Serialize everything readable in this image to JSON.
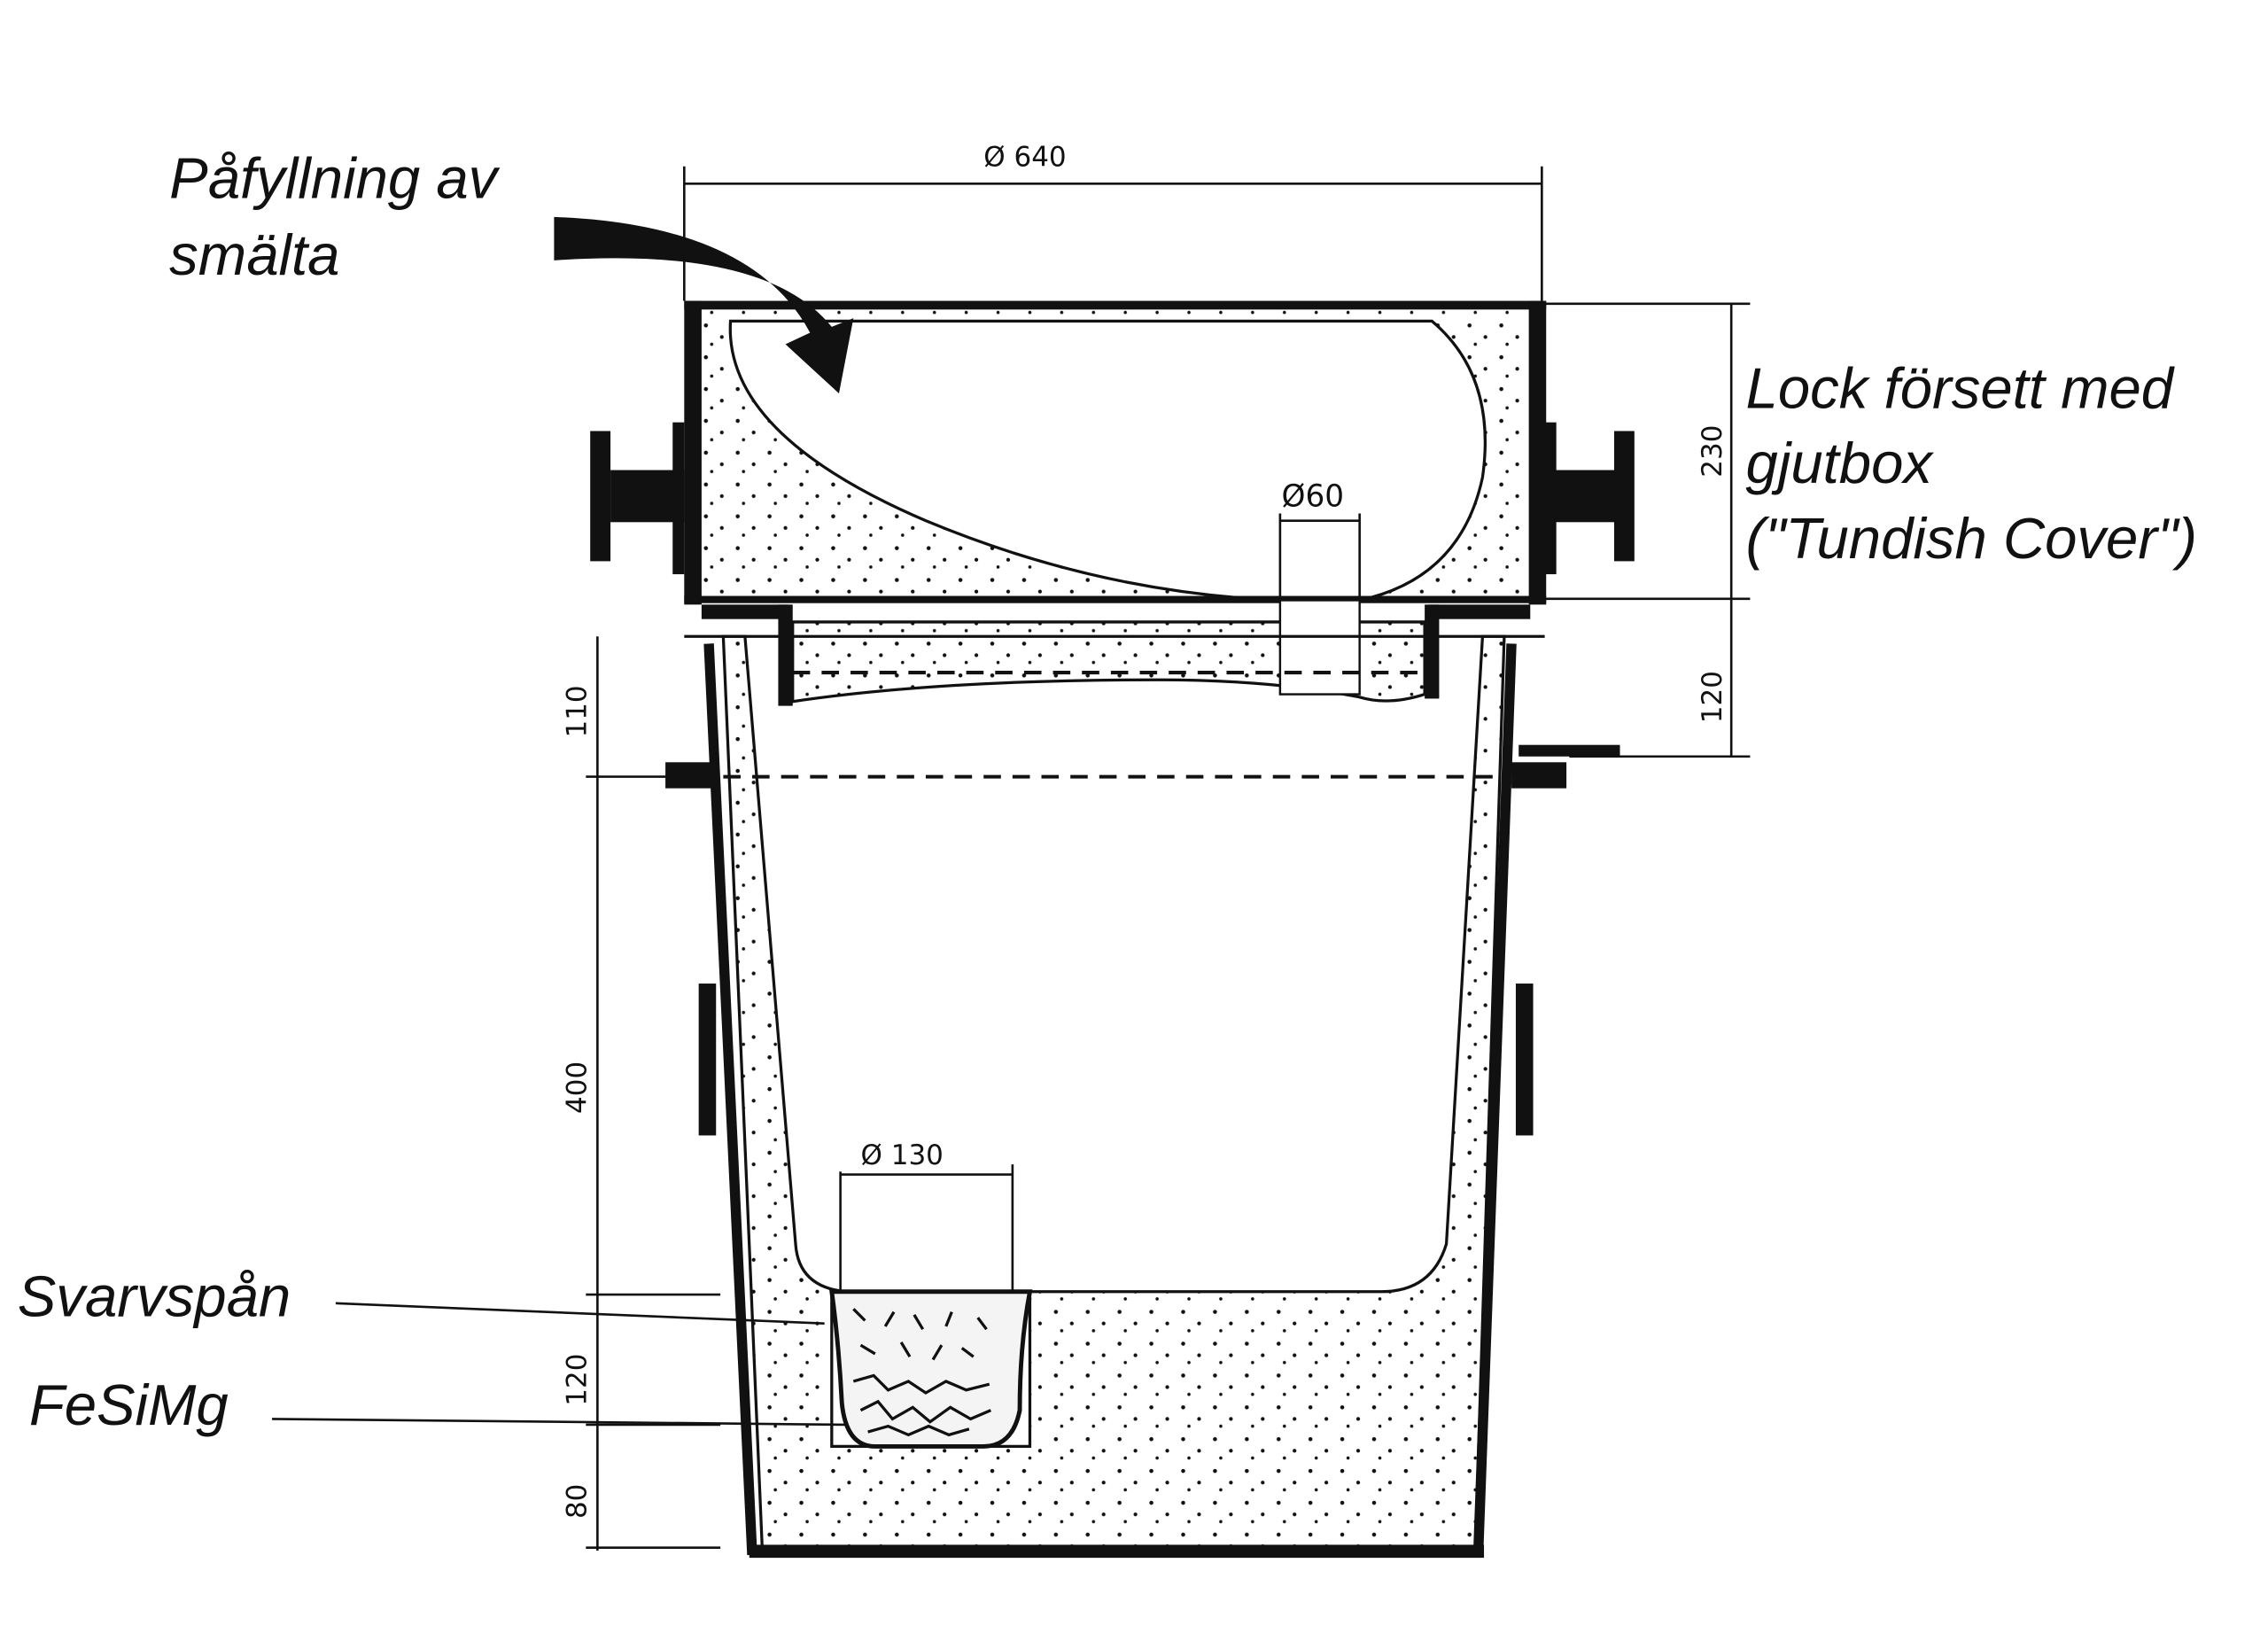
{
  "labels": {
    "filling_line1": "Påfyllning av",
    "filling_line2": "smälta",
    "cover_line1": "Lock försett med",
    "cover_line2": "gjutbox",
    "cover_line3": "(\"Tundish Cover\")",
    "turnings": "Svarvspån",
    "alloy": "FeSiMg"
  },
  "dimensions": {
    "outer_diameter": "Ø 640",
    "pour_hole_diameter": "Ø60",
    "pocket_diameter": "Ø 130",
    "cover_height": "230",
    "cover_lower_height": "120",
    "rim_height": "110",
    "body_height": "400",
    "pocket_height": "120",
    "bottom_thickness": "80"
  },
  "colors": {
    "ink": "#111111",
    "paper": "#ffffff"
  }
}
